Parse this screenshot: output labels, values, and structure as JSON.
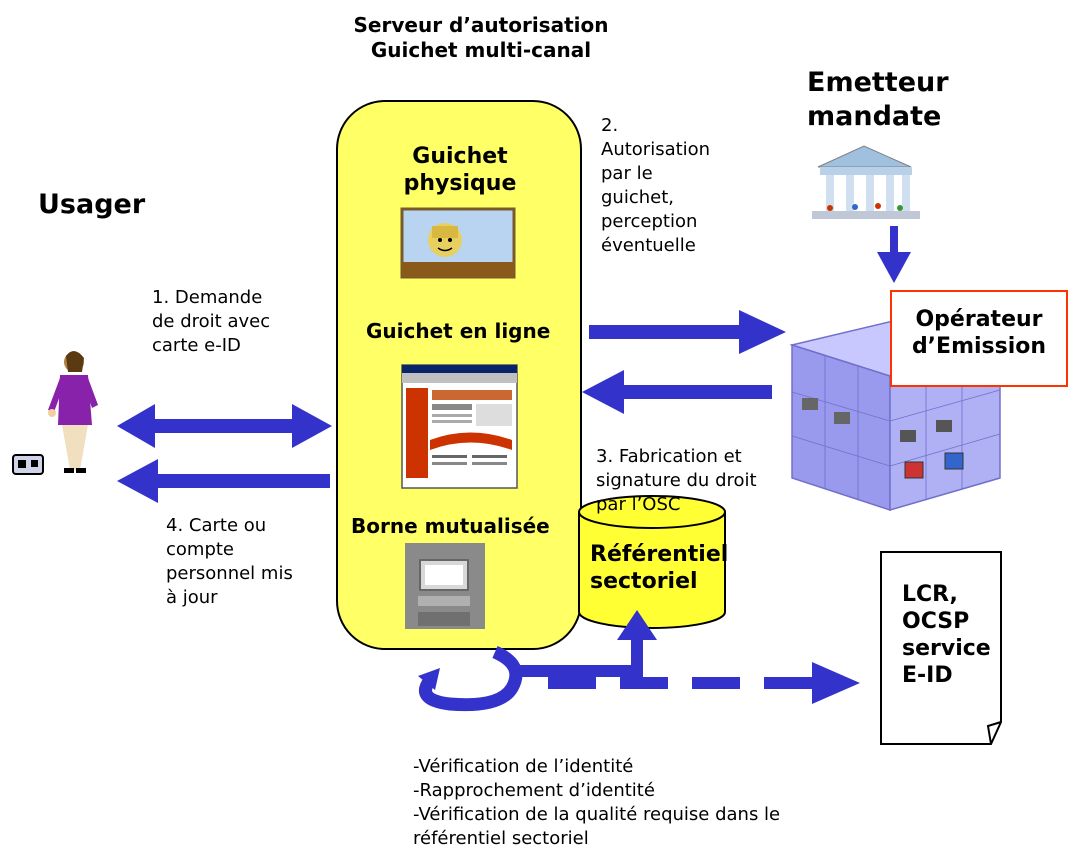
{
  "server": {
    "title_line1": "Serveur d’autorisation",
    "title_line2": "Guichet multi-canal",
    "guichet_physique_line1": "Guichet",
    "guichet_physique_line2": "physique",
    "guichet_en_ligne": "Guichet en ligne",
    "borne": "Borne mutualisée"
  },
  "usager": {
    "title": "Usager"
  },
  "emetteur": {
    "line1": "Emetteur",
    "line2": "mandate"
  },
  "operateur": {
    "line1": "Opérateur",
    "line2": "d’Emission"
  },
  "referentiel": {
    "line1": "Référentiel",
    "line2": "sectoriel"
  },
  "lcr": {
    "line1": "LCR,",
    "line2": "OCSP",
    "line3": "service",
    "line4": "E-ID"
  },
  "steps": {
    "step1": [
      "1. Demande",
      "de droit avec",
      "carte e-ID"
    ],
    "step2": [
      "2.",
      "Autorisation",
      "par le",
      "guichet,",
      "perception",
      "éventuelle"
    ],
    "step3": [
      "3. Fabrication et",
      "signature du droit",
      "par l’OSC"
    ],
    "step4": [
      "4. Carte ou",
      "compte",
      "personnel mis",
      "à jour"
    ]
  },
  "checks": [
    "-Vérification de l’identité",
    "-Rapprochement d’identité",
    "-Vérification de la qualité requise dans le",
    "référentiel sectoriel"
  ],
  "colors": {
    "arrow_blue": "#3333cc",
    "server_yellow": "#ffff66",
    "operateur_border": "#ff3300",
    "cylinder_yellow": "#ffff33"
  },
  "icons": [
    "person-icon",
    "card-icon",
    "counter-clerk-icon",
    "web-browser-icon",
    "kiosk-icon",
    "temple-icon",
    "server-cube-icon",
    "database-cylinder-icon",
    "document-icon"
  ]
}
